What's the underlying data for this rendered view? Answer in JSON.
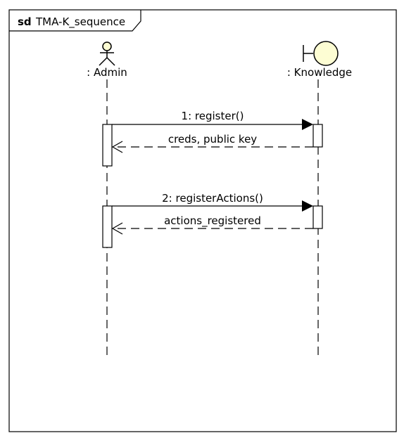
{
  "frame": {
    "keyword": "sd",
    "name": "TMA-K_sequence"
  },
  "lifelines": [
    {
      "label": ": Admin",
      "kind": "actor"
    },
    {
      "label": ": Knowledge",
      "kind": "boundary"
    }
  ],
  "messages": [
    {
      "label": "1: register()",
      "type": "synchronous call"
    },
    {
      "label": "creds, public key",
      "type": "reply"
    },
    {
      "label": "2: registerActions()",
      "type": "synchronous call"
    },
    {
      "label": "actions_registered",
      "type": "reply"
    }
  ],
  "colors": {
    "stroke": "#000000",
    "boundary_fill": "#fdfdd3",
    "background": "#ffffff"
  }
}
